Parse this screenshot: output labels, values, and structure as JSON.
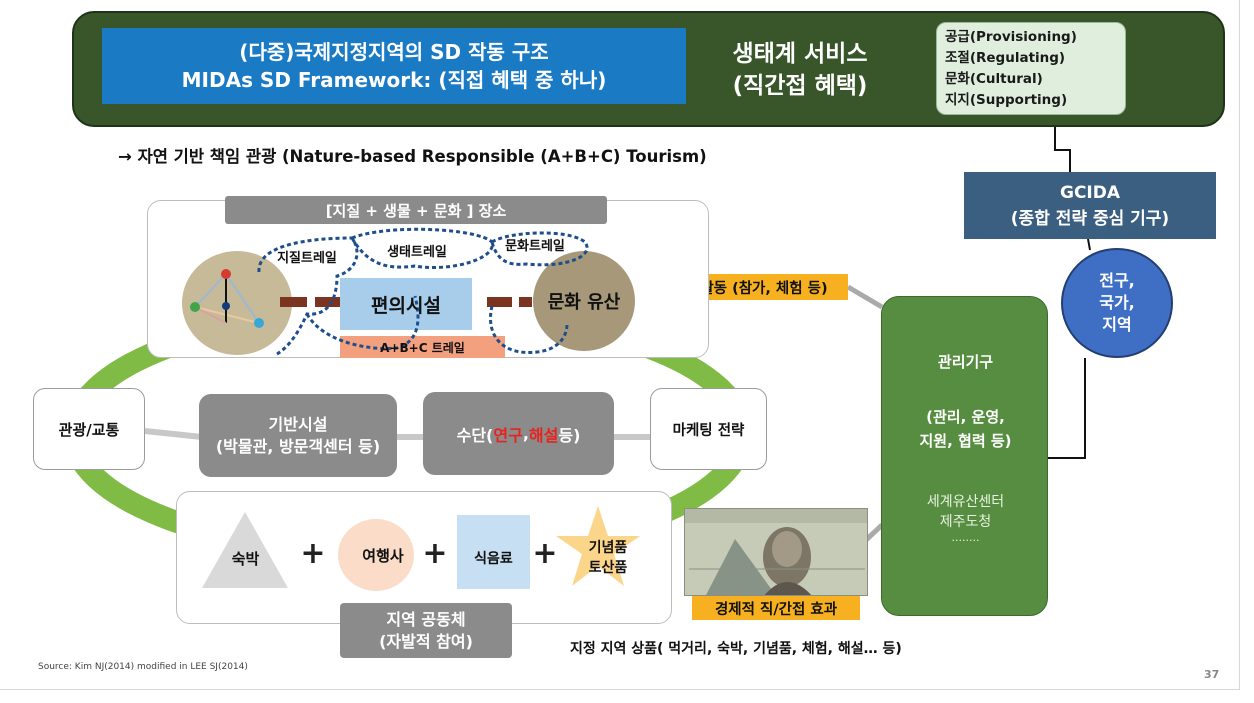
{
  "header": {
    "framework_line1": "(다중)국제지정지역의 SD 작동 구조",
    "framework_line2": "MIDAs SD Framework: (직접 혜택 중 하나)",
    "eco_line1": "생태계 서비스",
    "eco_line2": "(직간접 혜택)",
    "services": [
      "공급(Provisioning)",
      "조절(Regulating)",
      "문화(Cultural)",
      "지지(Supporting)"
    ]
  },
  "subtitle": "→ 자연 기반 책임 관광 (Nature-based Responsible (A+B+C) Tourism)",
  "gcida": {
    "line1": "GCIDA",
    "line2": "(종합 전략 중심 기구)"
  },
  "scope": [
    "전구,",
    "국가,",
    "지역"
  ],
  "management": {
    "title": "관리기구",
    "roles_line1": "(관리, 운영,",
    "roles_line2": "지원, 협력 등)",
    "org1": "세계유산센터",
    "org2": "제주도청",
    "ellipsis": "........"
  },
  "activity": "활동 (참가, 체험 등)",
  "economic_effect": "경제적 직/간접 효과",
  "place": {
    "title": "[지질 + 생물 + 문화 ] 장소",
    "trail_geo": "지질트레일",
    "trail_eco": "생태트레일",
    "trail_culture": "문화트레일",
    "facilities": "편의시설",
    "abc_trail": "A+B+C 트레일",
    "cultural_heritage": "문화 유산"
  },
  "middle": {
    "tourism_transport": "관광/교통",
    "infra_line1": "기반시설",
    "infra_line2": "(박물관, 방문객센터 등)",
    "means_prefix": "수단(",
    "means_research": "연구",
    "means_sep": ", ",
    "means_interp": "해설",
    "means_suffix": " 등)",
    "marketing": "마케팅 전략"
  },
  "community_products": {
    "lodging": "숙박",
    "travel_agency": "여행사",
    "food": "식음료",
    "souvenir_line1": "기념품",
    "souvenir_line2": "토산품",
    "plus": "+",
    "community_line1": "지역 공동체",
    "community_line2": "(자발적 참여)"
  },
  "products": "지정 지역 상품( 먹거리, 숙박, 기념품, 체험, 해설… 등)",
  "source": "Source: Kim NJ(2014) modified in LEE SJ(2014)",
  "page_number": "37",
  "colors": {
    "banner": "#38562a",
    "blue": "#1a7ac4",
    "gcida": "#3a5f80",
    "mgmt": "#568d40",
    "orange": "#f7b120",
    "red": "#e8231e"
  }
}
